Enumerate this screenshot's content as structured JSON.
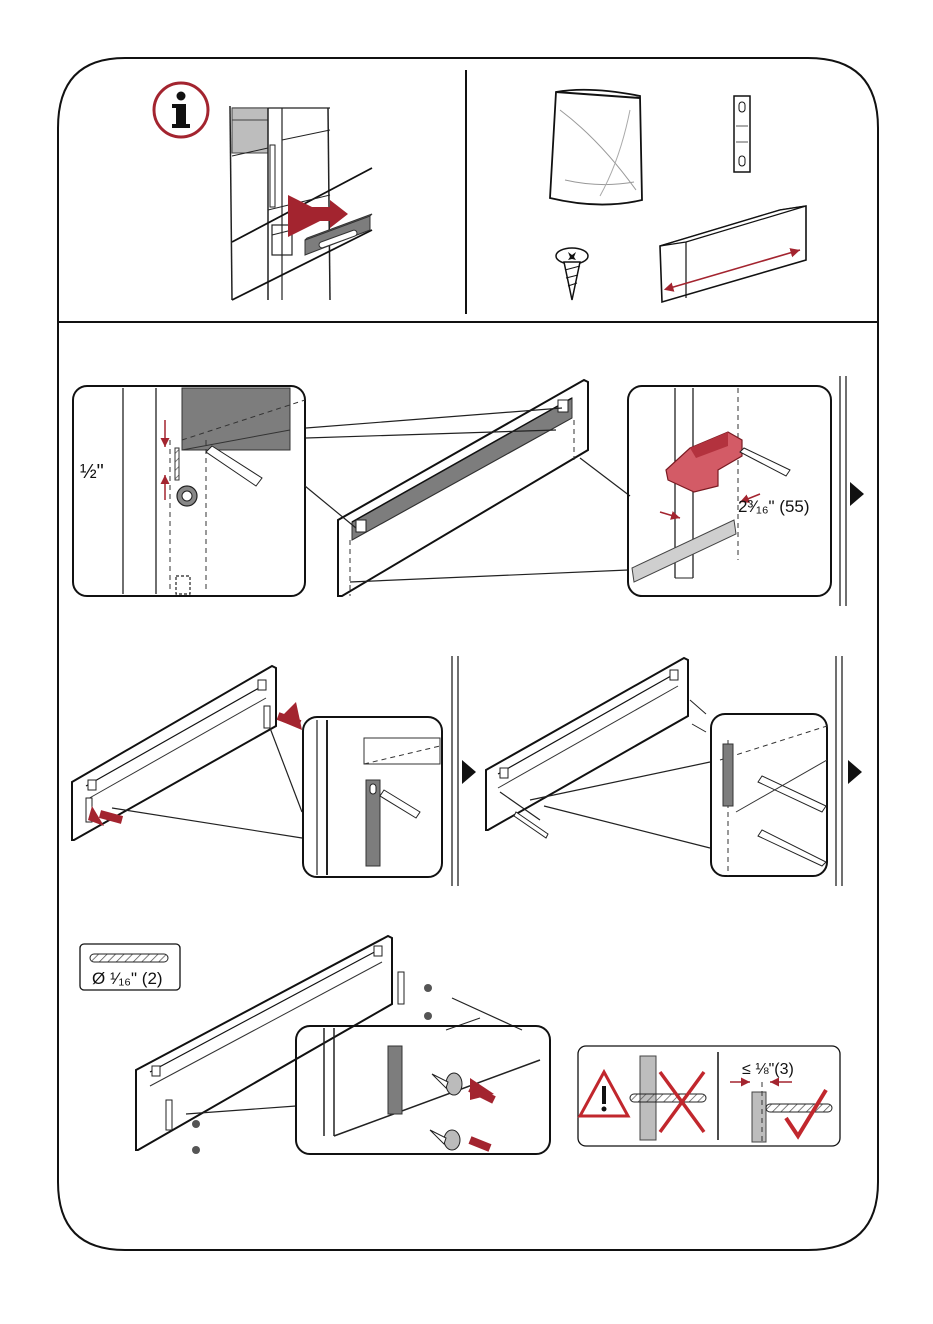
{
  "colors": {
    "accent_red": "#a3242f",
    "warning_red": "#c1272d",
    "panel_grey": "#7d7d7d",
    "light_grey": "#bdbdbd",
    "outline": "#111111"
  },
  "icons": {
    "info": "info-icon",
    "next_step": "triangle-right-icon",
    "warning": "warning-icon",
    "wrong": "x-mark-icon",
    "correct": "check-mark-icon",
    "drill_bit": "drill-bit-icon",
    "screw": "screw-icon"
  },
  "step1": {
    "measure_label": "½\"",
    "distance_label": "2³⁄₁₆\" (55)"
  },
  "step3": {
    "drill_label": "Ø ¹⁄₁₆\" (2)",
    "clearance_label": "≤ ⅛\"(3)"
  }
}
